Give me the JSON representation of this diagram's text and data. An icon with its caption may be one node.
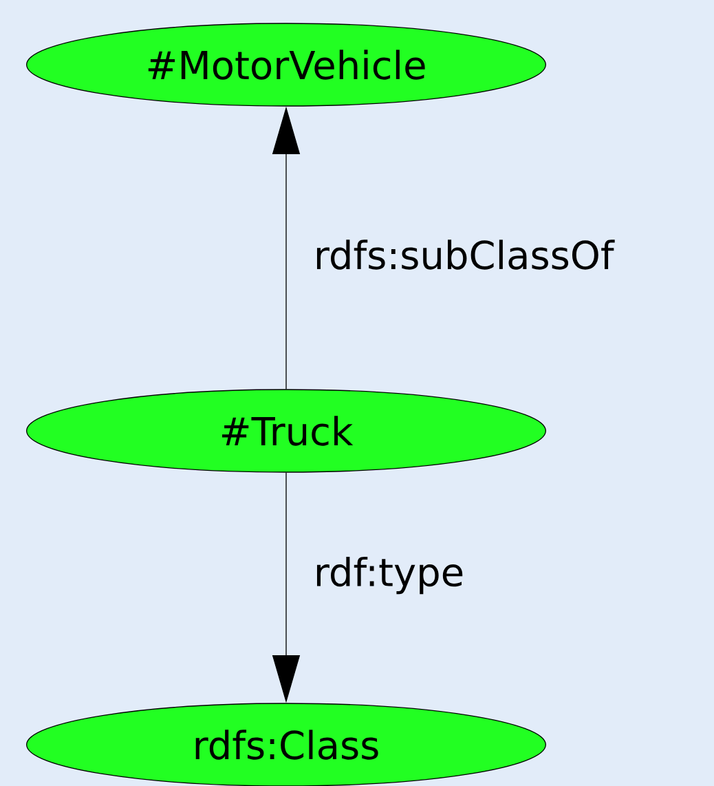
{
  "diagram": {
    "nodes": [
      {
        "text": [
          "#MotorVehicle"
        ]
      },
      {
        "text": [
          "#Truck"
        ]
      },
      {
        "text": [
          "rdfs:Class"
        ]
      }
    ],
    "edges": [
      {
        "from": 1,
        "to": 0,
        "arrow": "to",
        "label": "rdfs:subClassOf"
      },
      {
        "from": 1,
        "to": 2,
        "arrow": "to",
        "label": "rdf:type"
      }
    ]
  }
}
